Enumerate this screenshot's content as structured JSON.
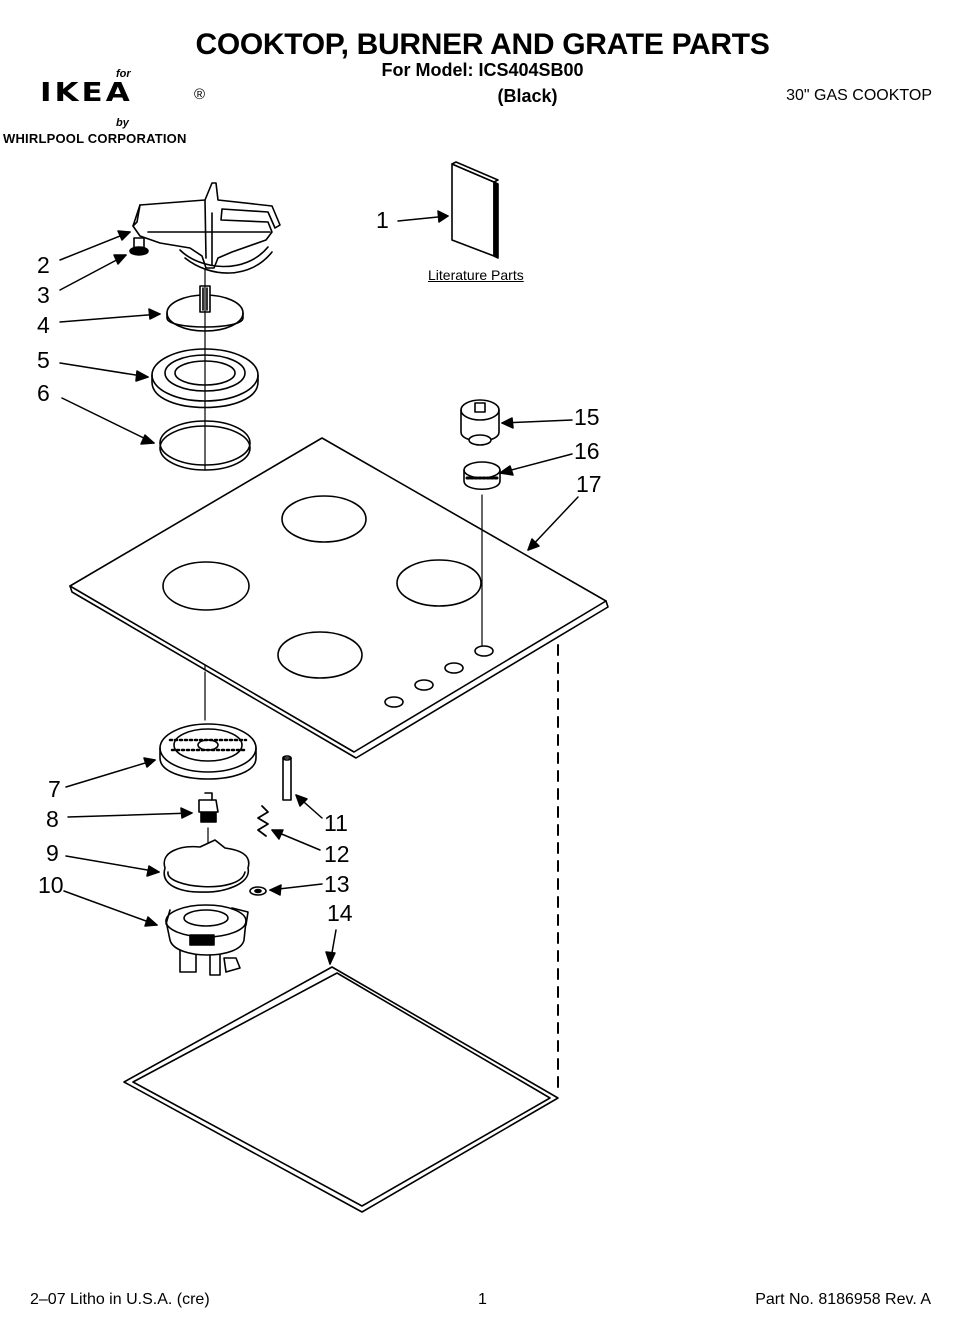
{
  "header": {
    "title": "COOKTOP, BURNER AND GRATE PARTS",
    "model_line": "For Model: ICS404SB00",
    "variant": "(Black)",
    "product_type": "30\" GAS COOKTOP"
  },
  "brand": {
    "for_text": "for",
    "logo_text": "IKEA",
    "registered_mark": "®",
    "by_text": "by",
    "corporation": "WHIRLPOOL CORPORATION"
  },
  "diagram": {
    "literature_label": "Literature Parts",
    "callouts": [
      "1",
      "2",
      "3",
      "4",
      "5",
      "6",
      "7",
      "8",
      "9",
      "10",
      "11",
      "12",
      "13",
      "14",
      "15",
      "16",
      "17"
    ]
  },
  "footer": {
    "print_info": "2–07 Litho in U.S.A. (cre)",
    "page_number": "1",
    "part_number": "Part No. 8186958 Rev. A"
  }
}
